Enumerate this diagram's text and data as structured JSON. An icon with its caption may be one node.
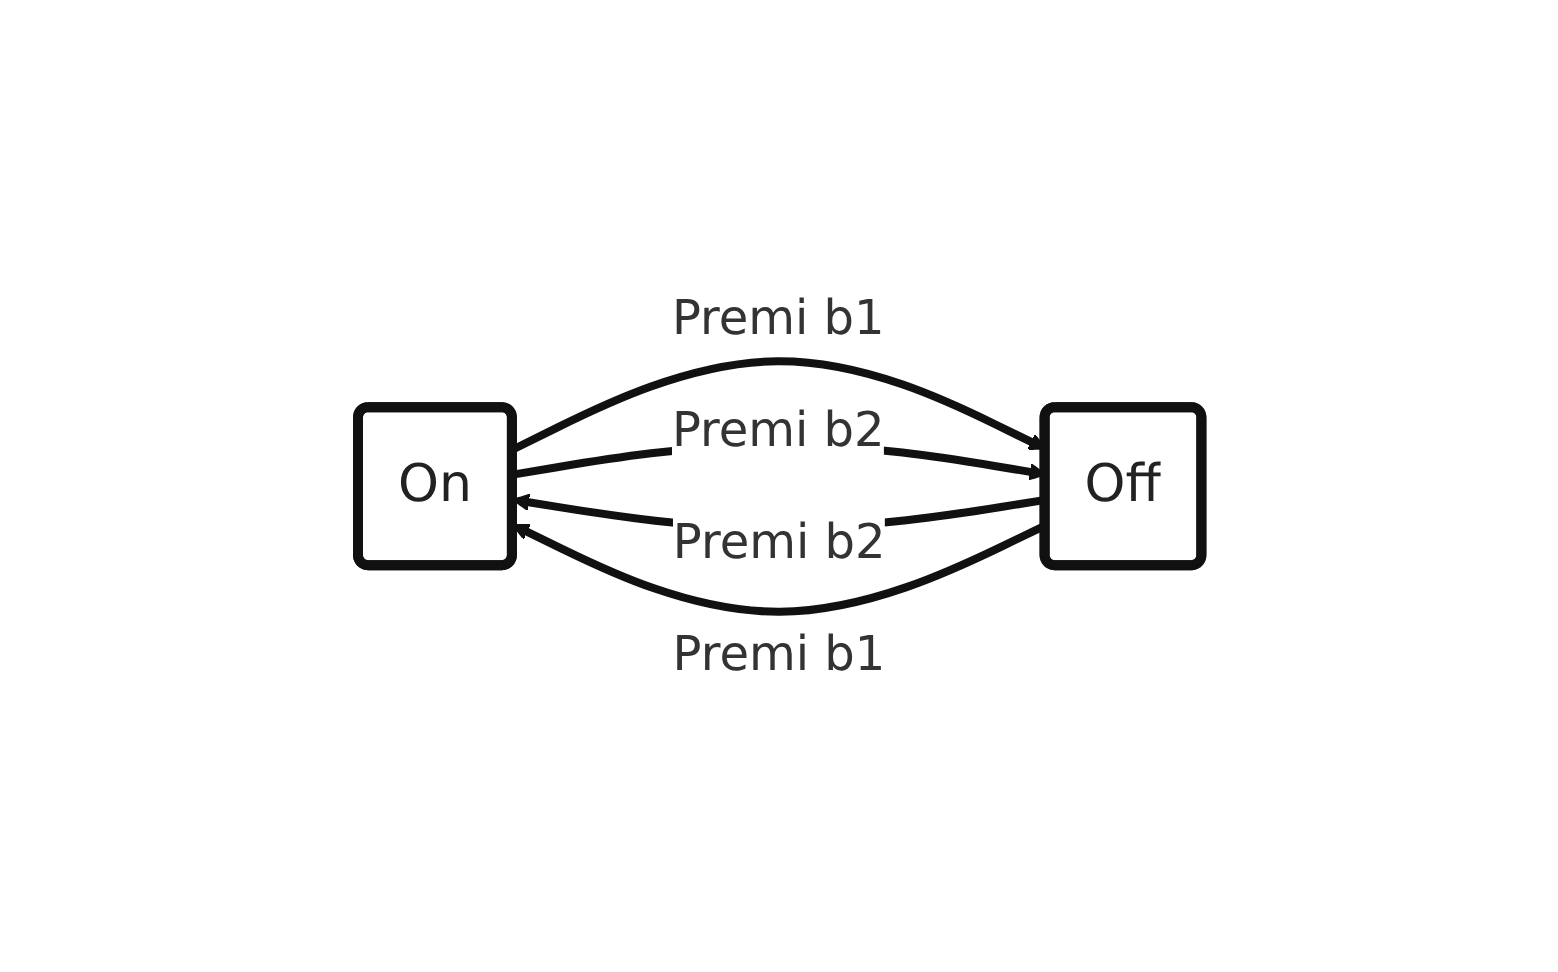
{
  "diagram": {
    "nodes": [
      {
        "text": [
          "On"
        ]
      },
      {
        "text": [
          "Off"
        ]
      }
    ],
    "edges": [
      {
        "from": 0,
        "to": 1,
        "arrow": "to",
        "label": "Premi b1"
      },
      {
        "from": 1,
        "to": 0,
        "arrow": "to",
        "label": "Premi b2"
      },
      {
        "from": 0,
        "to": 1,
        "arrow": "to",
        "label": "Premi b2"
      },
      {
        "from": 1,
        "to": 0,
        "arrow": "to",
        "label": "Premi b1"
      }
    ]
  }
}
